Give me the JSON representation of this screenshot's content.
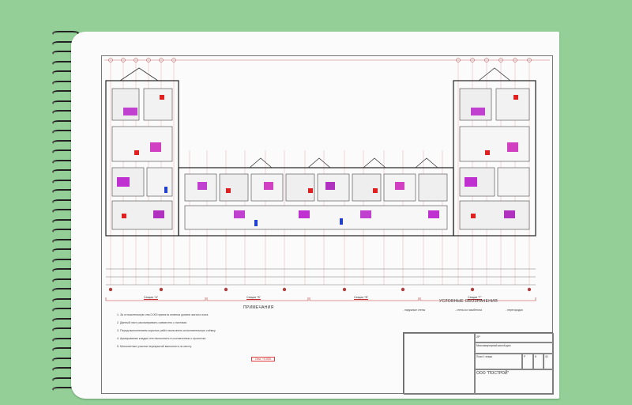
{
  "drawing": {
    "notes": {
      "title": "ПРИМЕЧАНИЯ",
      "items": [
        "1. За относительную отм.0.000 принята отметка уровня чистого пола.",
        "2. Данный лист рассматривать совместно с листами.",
        "3. Перед выполнением скрытых работ выполнить исполнительную съёмку.",
        "4. Армирование кладки стен выполнить в соответствии с проектом.",
        "5. Монолитные участки перекрытий выполнять по месту."
      ]
    },
    "legend": {
      "title": "УСЛОВНЫЕ ОБОЗНАЧЕНИЯ",
      "items": [
        "- наружные стены",
        "- стены из газобетона",
        "- перегородки"
      ]
    },
    "scale_label": "Отм. +0.000",
    "sections": [
      "Секция \"А\"",
      "Секция \"Б\"",
      "Секция \"В\"",
      "Секция \"Г\""
    ],
    "stamp": {
      "code": "2Р",
      "title": "Многоквартирный жилой дом",
      "sheet_name": "План 1 этажа",
      "org": "ООО \"ПОСТРОЙ\"",
      "stage": "Р",
      "sheet": "8",
      "sheets": "40"
    },
    "colors": {
      "wall": "#d02020",
      "grid": "#e09090",
      "furniture": "#9020b0",
      "accent": "#2040d0"
    }
  }
}
